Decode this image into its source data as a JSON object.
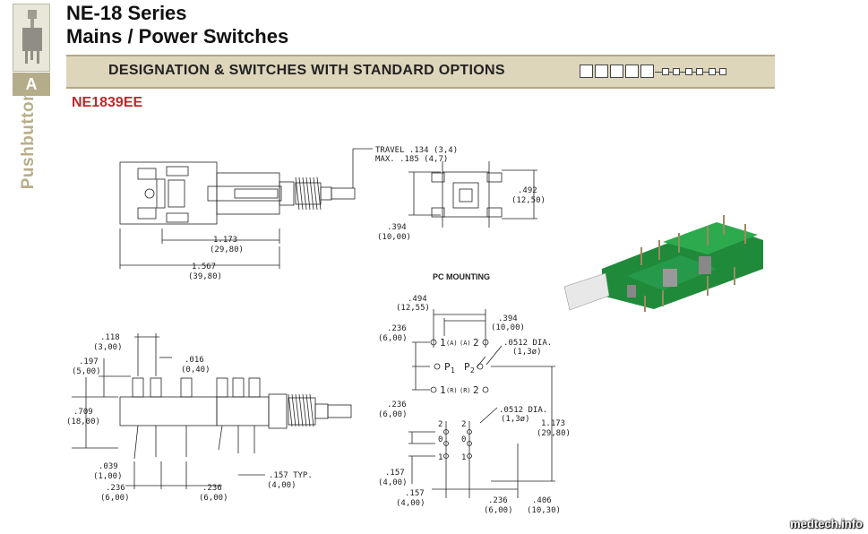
{
  "sidebar": {
    "tab_letter": "A",
    "vertical_label": "Pushbutton",
    "icon": "pushbutton-switch-icon"
  },
  "header": {
    "title_line1": "NE-18 Series",
    "title_line2": "Mains / Power Switches"
  },
  "section_bar": {
    "label": "DESIGNATION & SWITCHES WITH STANDARD OPTIONS"
  },
  "part_number": "NE1839EE",
  "side_view": {
    "travel_line1": "TRAVEL .134 (3,4)",
    "travel_line2": "MAX. .185 (4,7)",
    "dim_1173": [
      "1.173",
      "(29,80)"
    ],
    "dim_1567": [
      "1.567",
      "(39,80)"
    ]
  },
  "end_view": {
    "dim_492": [
      ".492",
      "(12,50)"
    ],
    "dim_394": [
      ".394",
      "(10,00)"
    ]
  },
  "front_view": {
    "dim_118": [
      ".118",
      "(3,00)"
    ],
    "dim_197": [
      ".197",
      "(5,00)"
    ],
    "dim_016": [
      ".016",
      "(0,40)"
    ],
    "dim_709": [
      ".709",
      "(18,00)"
    ],
    "dim_039": [
      ".039",
      "(1,00)"
    ],
    "dim_236a": [
      ".236",
      "(6,00)"
    ],
    "dim_236b": [
      ".236",
      "(6,00)"
    ],
    "dim_157": [
      ".157 TYP.",
      "(4,00)"
    ]
  },
  "pc_mounting": {
    "title": "PC MOUNTING",
    "dim_494": [
      ".494",
      "(12,55)"
    ],
    "dim_394": [
      ".394",
      "(10,00)"
    ],
    "dim_236a": [
      ".236",
      "(6,00)"
    ],
    "dim_236b": [
      ".236",
      "(6,00)"
    ],
    "dim_0512a": [
      ".0512 DIA.",
      "(1,3ø)"
    ],
    "dim_0512b": [
      ".0512 DIA.",
      "(1,3ø)"
    ],
    "dim_1173": [
      "1.173",
      "(29,80)"
    ],
    "dim_157a": [
      ".157",
      "(4,00)"
    ],
    "dim_157b": [
      ".157",
      "(4,00)"
    ],
    "dim_236c": [
      ".236",
      "(6,00)"
    ],
    "dim_406": [
      ".406",
      "(10,30)"
    ],
    "row1": [
      "1",
      "(A)",
      "(A)",
      "2"
    ],
    "row_p": [
      "P",
      "1",
      "P",
      "2"
    ],
    "row2": [
      "1",
      "(R)",
      "(R)",
      "2"
    ],
    "grid_labels": [
      "2",
      "0",
      "1",
      "2",
      "0",
      "1"
    ]
  },
  "watermark": "medtech.info",
  "colors": {
    "accent_bar": "#ddd6bb",
    "accent_border": "#b3a883",
    "part_number": "#c0282d",
    "sidebar_label": "#b9ae88",
    "pcb_green": "#1f8a3a"
  }
}
